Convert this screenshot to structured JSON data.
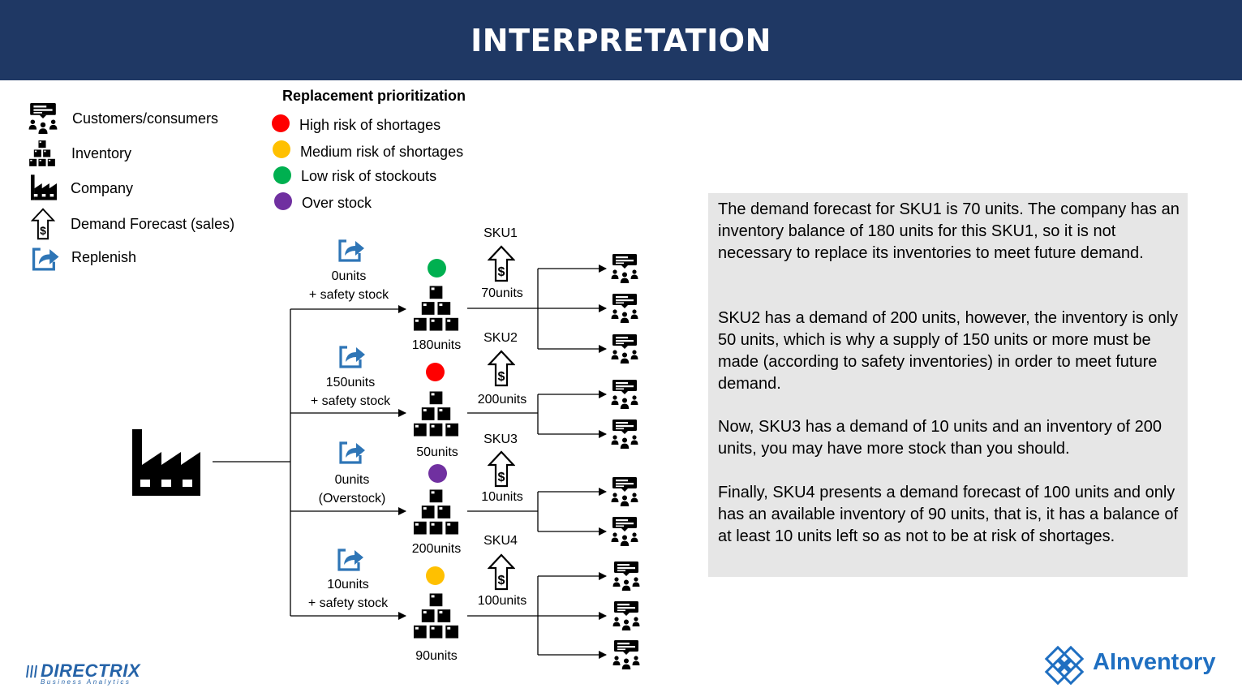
{
  "header": {
    "title": "INTERPRETATION"
  },
  "legend": {
    "items": [
      {
        "label": "Customers/consumers",
        "icon": "customers-icon"
      },
      {
        "label": "Inventory",
        "icon": "inventory-icon"
      },
      {
        "label": "Company",
        "icon": "factory-icon"
      },
      {
        "label": "Demand Forecast (sales)",
        "icon": "demand-forecast-icon"
      },
      {
        "label": "Replenish",
        "icon": "replenish-icon"
      }
    ]
  },
  "prioritization": {
    "title": "Replacement prioritization",
    "items": [
      {
        "label": "High risk of shortages",
        "color": "#ff0000"
      },
      {
        "label": "Medium risk of shortages",
        "color": "#ffc000"
      },
      {
        "label": "Low risk of stockouts",
        "color": "#00b050"
      },
      {
        "label": "Over stock",
        "color": "#7030a0"
      }
    ]
  },
  "skus": [
    {
      "name": "SKU1",
      "replenish_line1": "0units",
      "replenish_line2": "+ safety stock",
      "inventory": "180units",
      "demand": "70units",
      "status_color": "#00b050",
      "customers": 3
    },
    {
      "name": "SKU2",
      "replenish_line1": "150units",
      "replenish_line2": "+ safety stock",
      "inventory": "50units",
      "demand": "200units",
      "status_color": "#ff0000",
      "customers": 2
    },
    {
      "name": "SKU3",
      "replenish_line1": "0units",
      "replenish_line2": "(Overstock)",
      "inventory": "200units",
      "demand": "10units",
      "status_color": "#7030a0",
      "customers": 2
    },
    {
      "name": "SKU4",
      "replenish_line1": "10units",
      "replenish_line2": "+ safety stock",
      "inventory": "90units",
      "demand": "100units",
      "status_color": "#ffc000",
      "customers": 3
    }
  ],
  "explanation": {
    "paragraphs": [
      "The demand forecast for SKU1 is 70 units. The company has an inventory balance of 180 units for this SKU1, so it is not necessary to replace its inventories to meet future demand.",
      "SKU2 has a demand of 200 units, however, the inventory is only 50 units, which is why a supply of 150 units or more must be made (according to safety inventories) in order to meet future demand.",
      "Now, SKU3 has a demand of 10 units and an inventory of 200 units, you may have more stock than you should.",
      "Finally, SKU4 presents a demand forecast of 100 units and only has an available inventory of 90 units, that is, it has a balance of at least 10 units left so as not to be at risk of shortages."
    ]
  },
  "branding": {
    "left_name": "DIRECTRIX",
    "left_sub": "Business Analytics",
    "right_name": "AInventory"
  }
}
